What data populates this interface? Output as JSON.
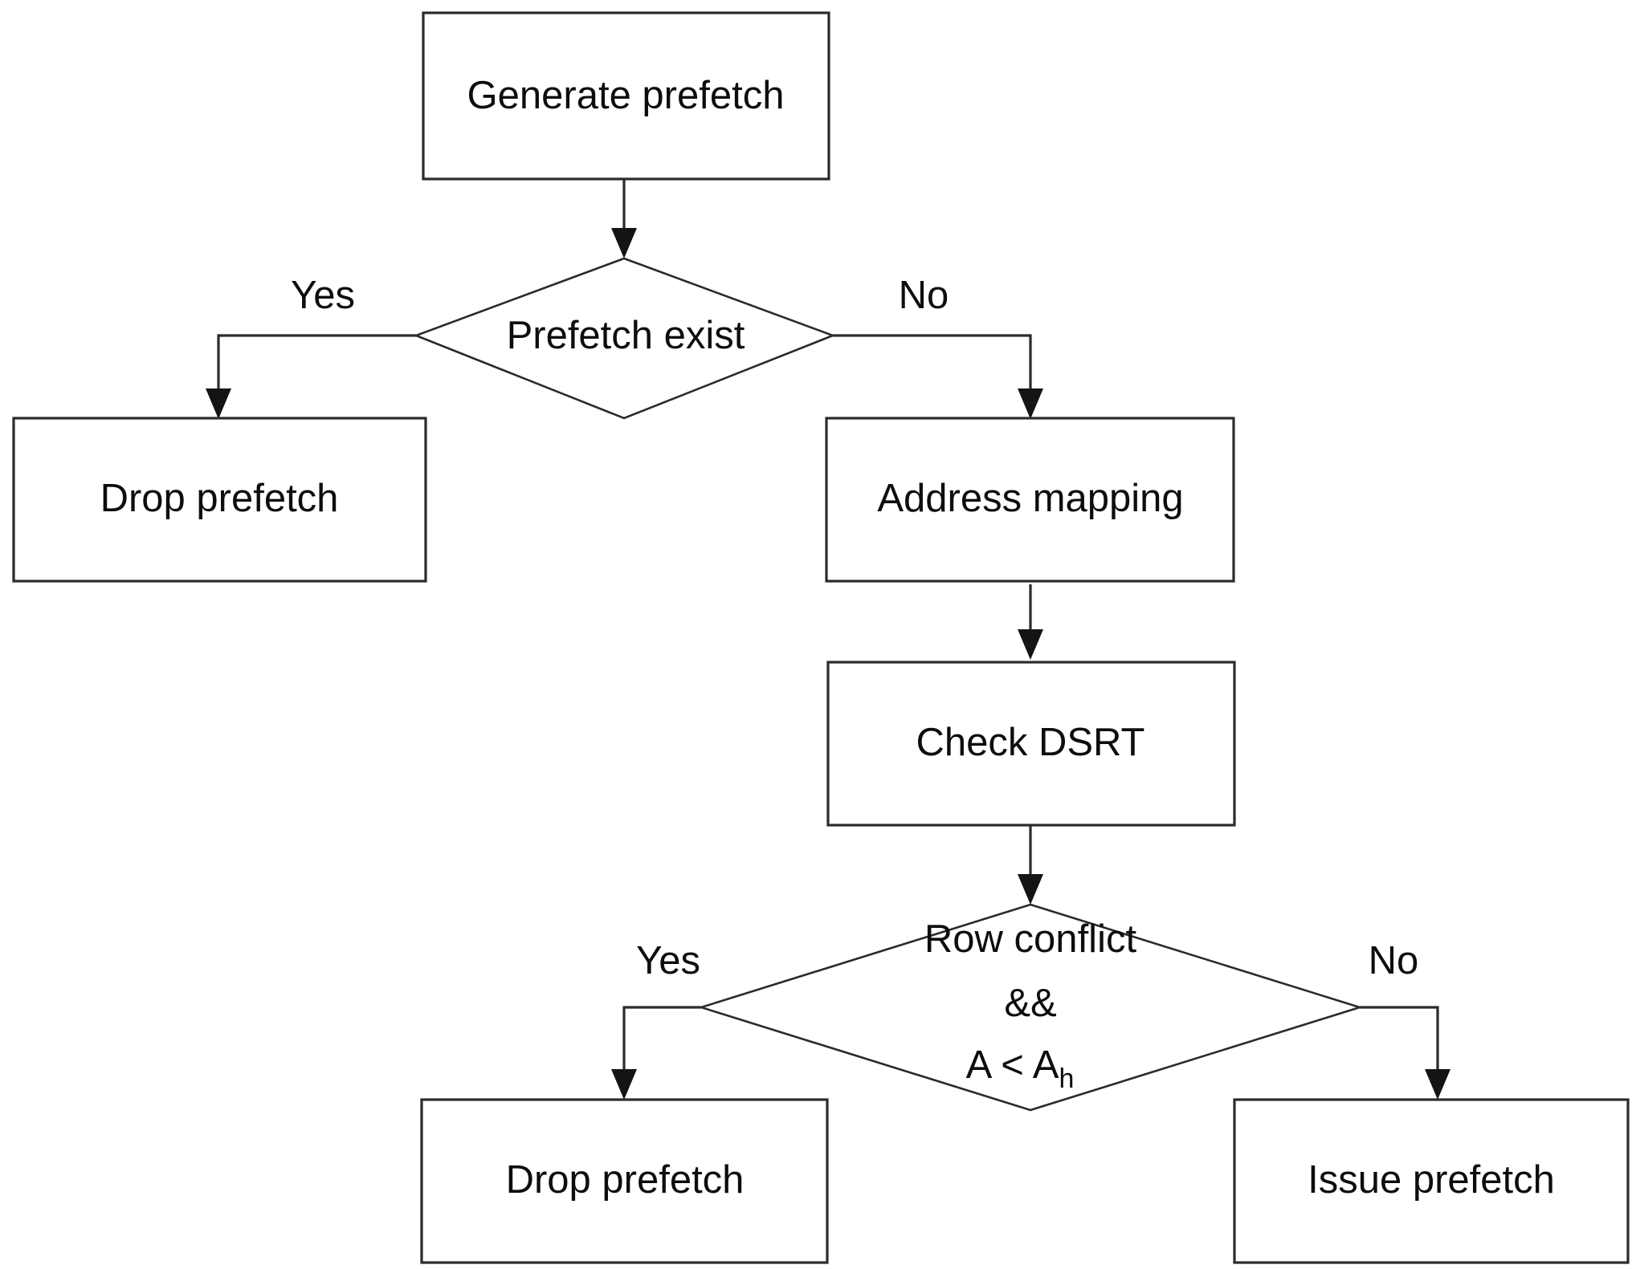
{
  "diagram": {
    "title": "Prefetch issue decision flowchart",
    "colors": {
      "background": "#ffffff",
      "stroke": "#2b2b2b",
      "text": "#0d0d0d",
      "arrow": "#141414"
    },
    "nodes": {
      "generate_prefetch": {
        "label": "Generate prefetch",
        "shape": "process"
      },
      "prefetch_exist": {
        "label": "Prefetch exist",
        "shape": "decision"
      },
      "drop_prefetch_left": {
        "label": "Drop prefetch",
        "shape": "process"
      },
      "address_mapping": {
        "label": "Address mapping",
        "shape": "process"
      },
      "check_dsrt": {
        "label": "Check DSRT",
        "shape": "process"
      },
      "row_conflict": {
        "shape": "decision",
        "line1": "Row conflict",
        "line2": "&&",
        "line3_prefix": "A < A",
        "line3_subscript": "h"
      },
      "drop_prefetch_bottom": {
        "label": "Drop prefetch",
        "shape": "process"
      },
      "issue_prefetch": {
        "label": "Issue prefetch",
        "shape": "process"
      }
    },
    "branch_labels": {
      "prefetch_exist_yes": "Yes",
      "prefetch_exist_no": "No",
      "row_conflict_yes": "Yes",
      "row_conflict_no": "No"
    }
  }
}
